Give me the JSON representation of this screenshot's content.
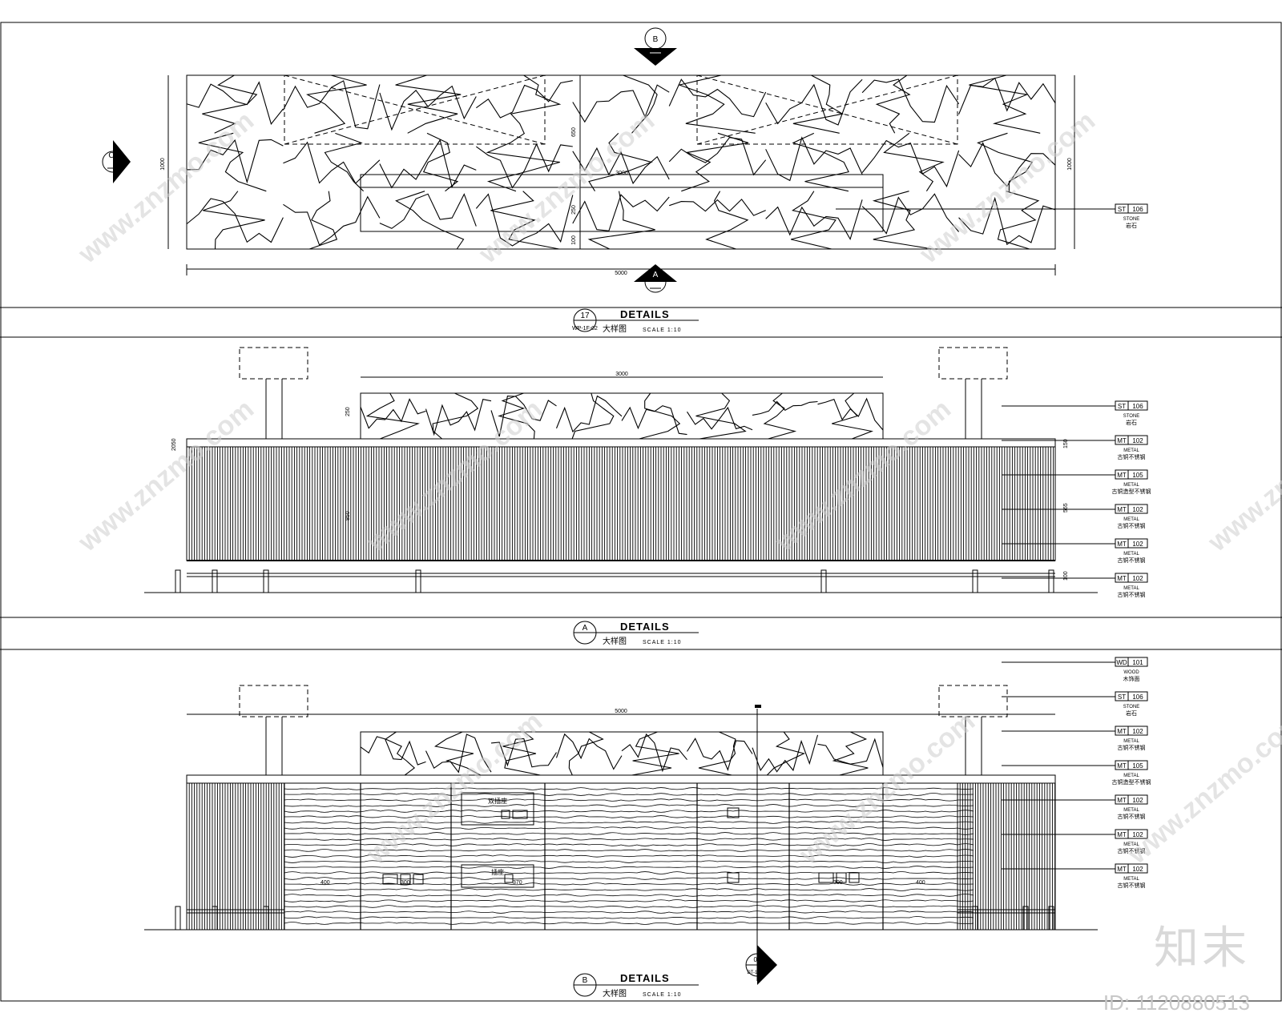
{
  "panels": [
    {
      "ref": "17",
      "sheet": "WP-1F-02",
      "title": "DETAILS",
      "subtitle": "大样图",
      "scale": "SCALE 1:10",
      "dims": {
        "width": "5000",
        "height_left": "1000",
        "height_right": "1000",
        "inner_width": "3000",
        "inner_h1": "650",
        "inner_h2": "250",
        "inner_h3": "100"
      },
      "markers": {
        "top": "B",
        "bottom": "A",
        "left": "C"
      },
      "tags": [
        {
          "code": "ST",
          "num": "106",
          "mat": "STONE",
          "desc": "岩石"
        }
      ]
    },
    {
      "ref": "A",
      "title": "DETAILS",
      "subtitle": "大样图",
      "scale": "SCALE 1:10",
      "dims": {
        "top": "3000",
        "left_h": "250",
        "body_h": "850",
        "right_1": "150",
        "right_2": "565",
        "bottom_1": "100",
        "left_2": "2050"
      },
      "tags": [
        {
          "code": "ST",
          "num": "106",
          "mat": "STONE",
          "desc": "岩石"
        },
        {
          "code": "MT",
          "num": "102",
          "mat": "METAL",
          "desc": "古铜不锈钢"
        },
        {
          "code": "MT",
          "num": "105",
          "mat": "METAL",
          "desc": "古铜造型不锈钢"
        },
        {
          "code": "MT",
          "num": "102",
          "mat": "METAL",
          "desc": "古铜不锈钢"
        },
        {
          "code": "MT",
          "num": "102",
          "mat": "METAL",
          "desc": "古铜不锈钢"
        },
        {
          "code": "MT",
          "num": "102",
          "mat": "METAL",
          "desc": "古铜不锈钢"
        }
      ]
    },
    {
      "ref": "B",
      "title": "DETAILS",
      "subtitle": "大样图",
      "scale": "SCALE 1:10",
      "dims": {
        "top": "5000",
        "d1": "400",
        "d2": "300",
        "d3": "370",
        "d4": "300",
        "d5": "400"
      },
      "labels": {
        "box1": "双插座",
        "box2": "插座"
      },
      "section_ref": "01",
      "section_sheet": "DT-1F-02",
      "tags": [
        {
          "code": "WD",
          "num": "101",
          "mat": "WOOD",
          "desc": "木饰面"
        },
        {
          "code": "ST",
          "num": "106",
          "mat": "STONE",
          "desc": "岩石"
        },
        {
          "code": "MT",
          "num": "102",
          "mat": "METAL",
          "desc": "古铜不锈钢"
        },
        {
          "code": "MT",
          "num": "105",
          "mat": "METAL",
          "desc": "古铜造型不锈钢"
        },
        {
          "code": "MT",
          "num": "102",
          "mat": "METAL",
          "desc": "古铜不锈钢"
        },
        {
          "code": "MT",
          "num": "102",
          "mat": "METAL",
          "desc": "古铜不锈钢"
        },
        {
          "code": "MT",
          "num": "102",
          "mat": "METAL",
          "desc": "古铜不锈钢"
        }
      ]
    }
  ],
  "watermark": "www.znzmo.com",
  "brand": {
    "name": "知末",
    "id": "ID: 1120880513"
  }
}
